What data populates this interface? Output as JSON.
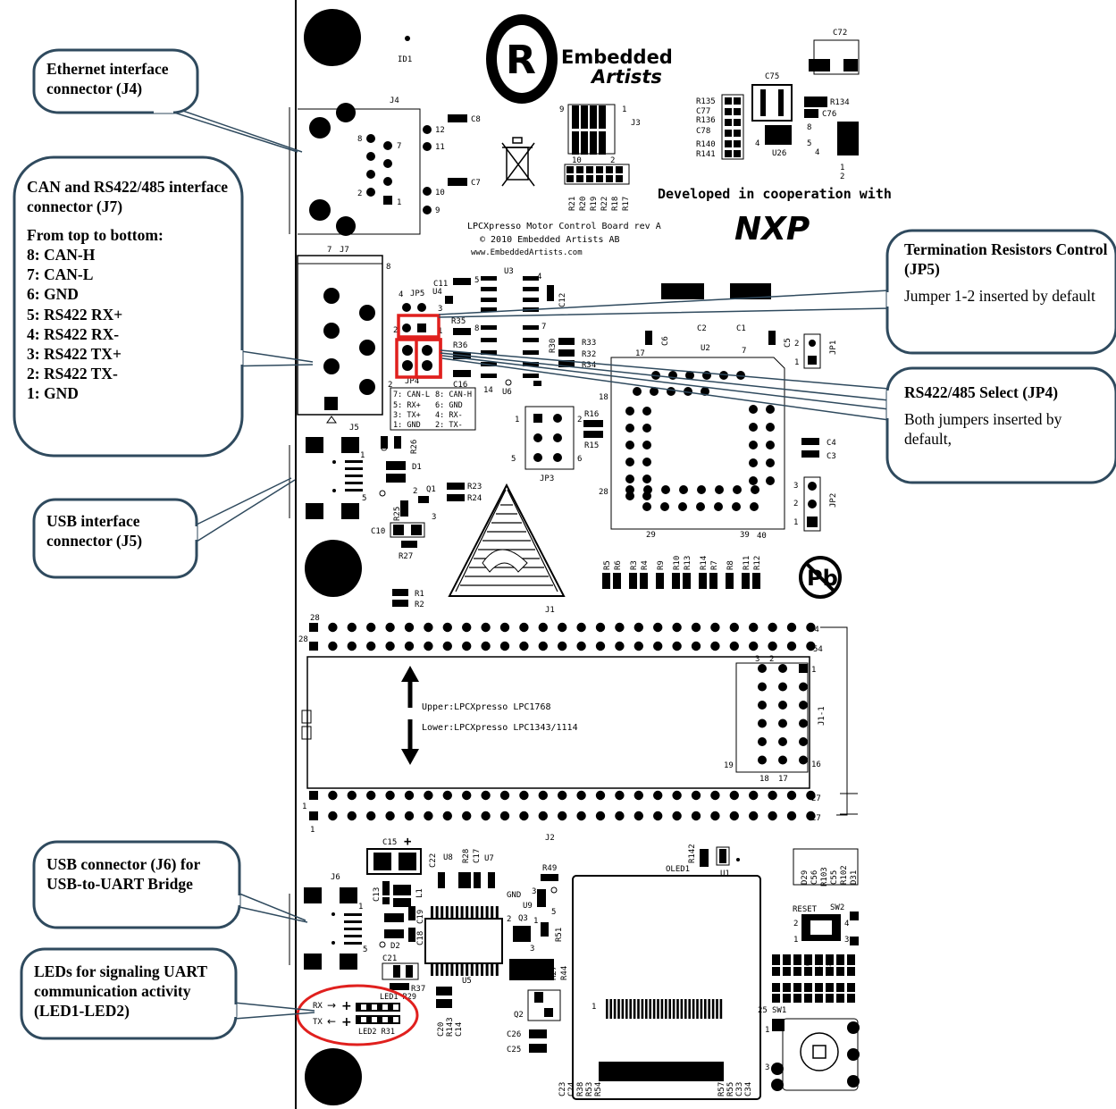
{
  "board": {
    "silk_title": "LPCXpresso Motor Control Board rev A",
    "silk_copyright": "© 2010 Embedded Artists AB",
    "silk_url": "www.EmbeddedArtists.com",
    "cooperation": "Developed in cooperation with",
    "logo_line1": "Embedded",
    "logo_line2": "Artists",
    "nxp": "NXP",
    "j1_upper": "Upper:LPCXpresso LPC1768",
    "j1_lower": "Lower:LPCXpresso LPC1343/1114",
    "j7_legend": [
      "7: CAN-L",
      "8: CAN-H",
      "5: RX+",
      "6: GND",
      "3: TX+",
      "4: RX-",
      "1: GND",
      "2: TX-"
    ],
    "rx_label": "RX",
    "tx_label": "TX"
  },
  "callouts": {
    "ethernet": {
      "title": "Ethernet interface connector (J4)"
    },
    "can": {
      "title": "CAN and RS422/485 interface connector (J7)",
      "subtitle": "From top to bottom:",
      "pins": [
        "8: CAN-H",
        "7: CAN-L",
        "6: GND",
        "5: RS422 RX+",
        "4: RS422 RX-",
        "3: RS422 TX+",
        "2: RS422 TX-",
        "1: GND"
      ]
    },
    "usb_j5": {
      "title": "USB interface connector (J5)"
    },
    "termination": {
      "title": "Termination Resistors Control (JP5)",
      "text": "Jumper 1-2 inserted by default"
    },
    "rs422_select": {
      "title": "RS422/485 Select (JP4)",
      "text": "Both jumpers inserted by default,"
    },
    "usb_j6": {
      "title": "USB connector (J6) for USB-to-UART Bridge"
    },
    "leds": {
      "title": "LEDs for signaling UART communication activity (LED1-LED2)"
    }
  },
  "colors": {
    "highlight": "#e0201e",
    "callout_border": "#2f4a5e",
    "ink": "#000000"
  }
}
